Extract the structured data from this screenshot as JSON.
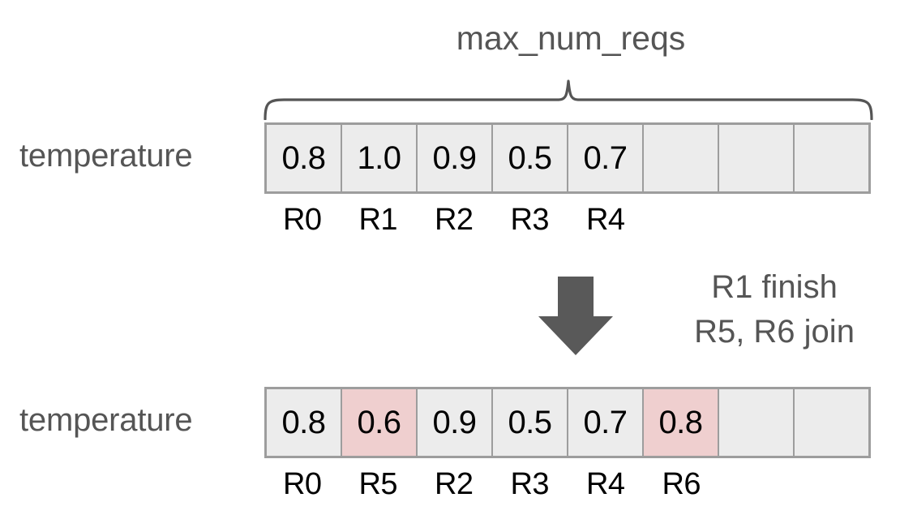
{
  "figure": {
    "title": "max_num_reqs",
    "colors": {
      "cell_fill": "#ececec",
      "cell_highlight": "#efcfcf",
      "cell_border": "#9d9d9d",
      "text_gray": "#555555",
      "text_black": "#000000",
      "arrow": "#595959",
      "background": "#ffffff"
    }
  },
  "brace": {
    "label": "max_num_reqs",
    "spans_columns": 8
  },
  "top_row": {
    "label": "temperature",
    "num_slots": 8,
    "cells": [
      {
        "value": "0.8",
        "request": "R0",
        "highlight": false,
        "occupied": true
      },
      {
        "value": "1.0",
        "request": "R1",
        "highlight": false,
        "occupied": true
      },
      {
        "value": "0.9",
        "request": "R2",
        "highlight": false,
        "occupied": true
      },
      {
        "value": "0.5",
        "request": "R3",
        "highlight": false,
        "occupied": true
      },
      {
        "value": "0.7",
        "request": "R4",
        "highlight": false,
        "occupied": true
      },
      {
        "value": "",
        "request": "",
        "highlight": false,
        "occupied": false
      },
      {
        "value": "",
        "request": "",
        "highlight": false,
        "occupied": false
      },
      {
        "value": "",
        "request": "",
        "highlight": false,
        "occupied": false
      }
    ]
  },
  "transition": {
    "arrow": "down-arrow",
    "note_lines": [
      "R1 finish",
      "R5, R6 join"
    ]
  },
  "bottom_row": {
    "label": "temperature",
    "num_slots": 8,
    "cells": [
      {
        "value": "0.8",
        "request": "R0",
        "highlight": false,
        "occupied": true
      },
      {
        "value": "0.6",
        "request": "R5",
        "highlight": true,
        "occupied": true
      },
      {
        "value": "0.9",
        "request": "R2",
        "highlight": false,
        "occupied": true
      },
      {
        "value": "0.5",
        "request": "R3",
        "highlight": false,
        "occupied": true
      },
      {
        "value": "0.7",
        "request": "R4",
        "highlight": false,
        "occupied": true
      },
      {
        "value": "0.8",
        "request": "R6",
        "highlight": true,
        "occupied": true
      },
      {
        "value": "",
        "request": "",
        "highlight": false,
        "occupied": false
      },
      {
        "value": "",
        "request": "",
        "highlight": false,
        "occupied": false
      }
    ]
  }
}
